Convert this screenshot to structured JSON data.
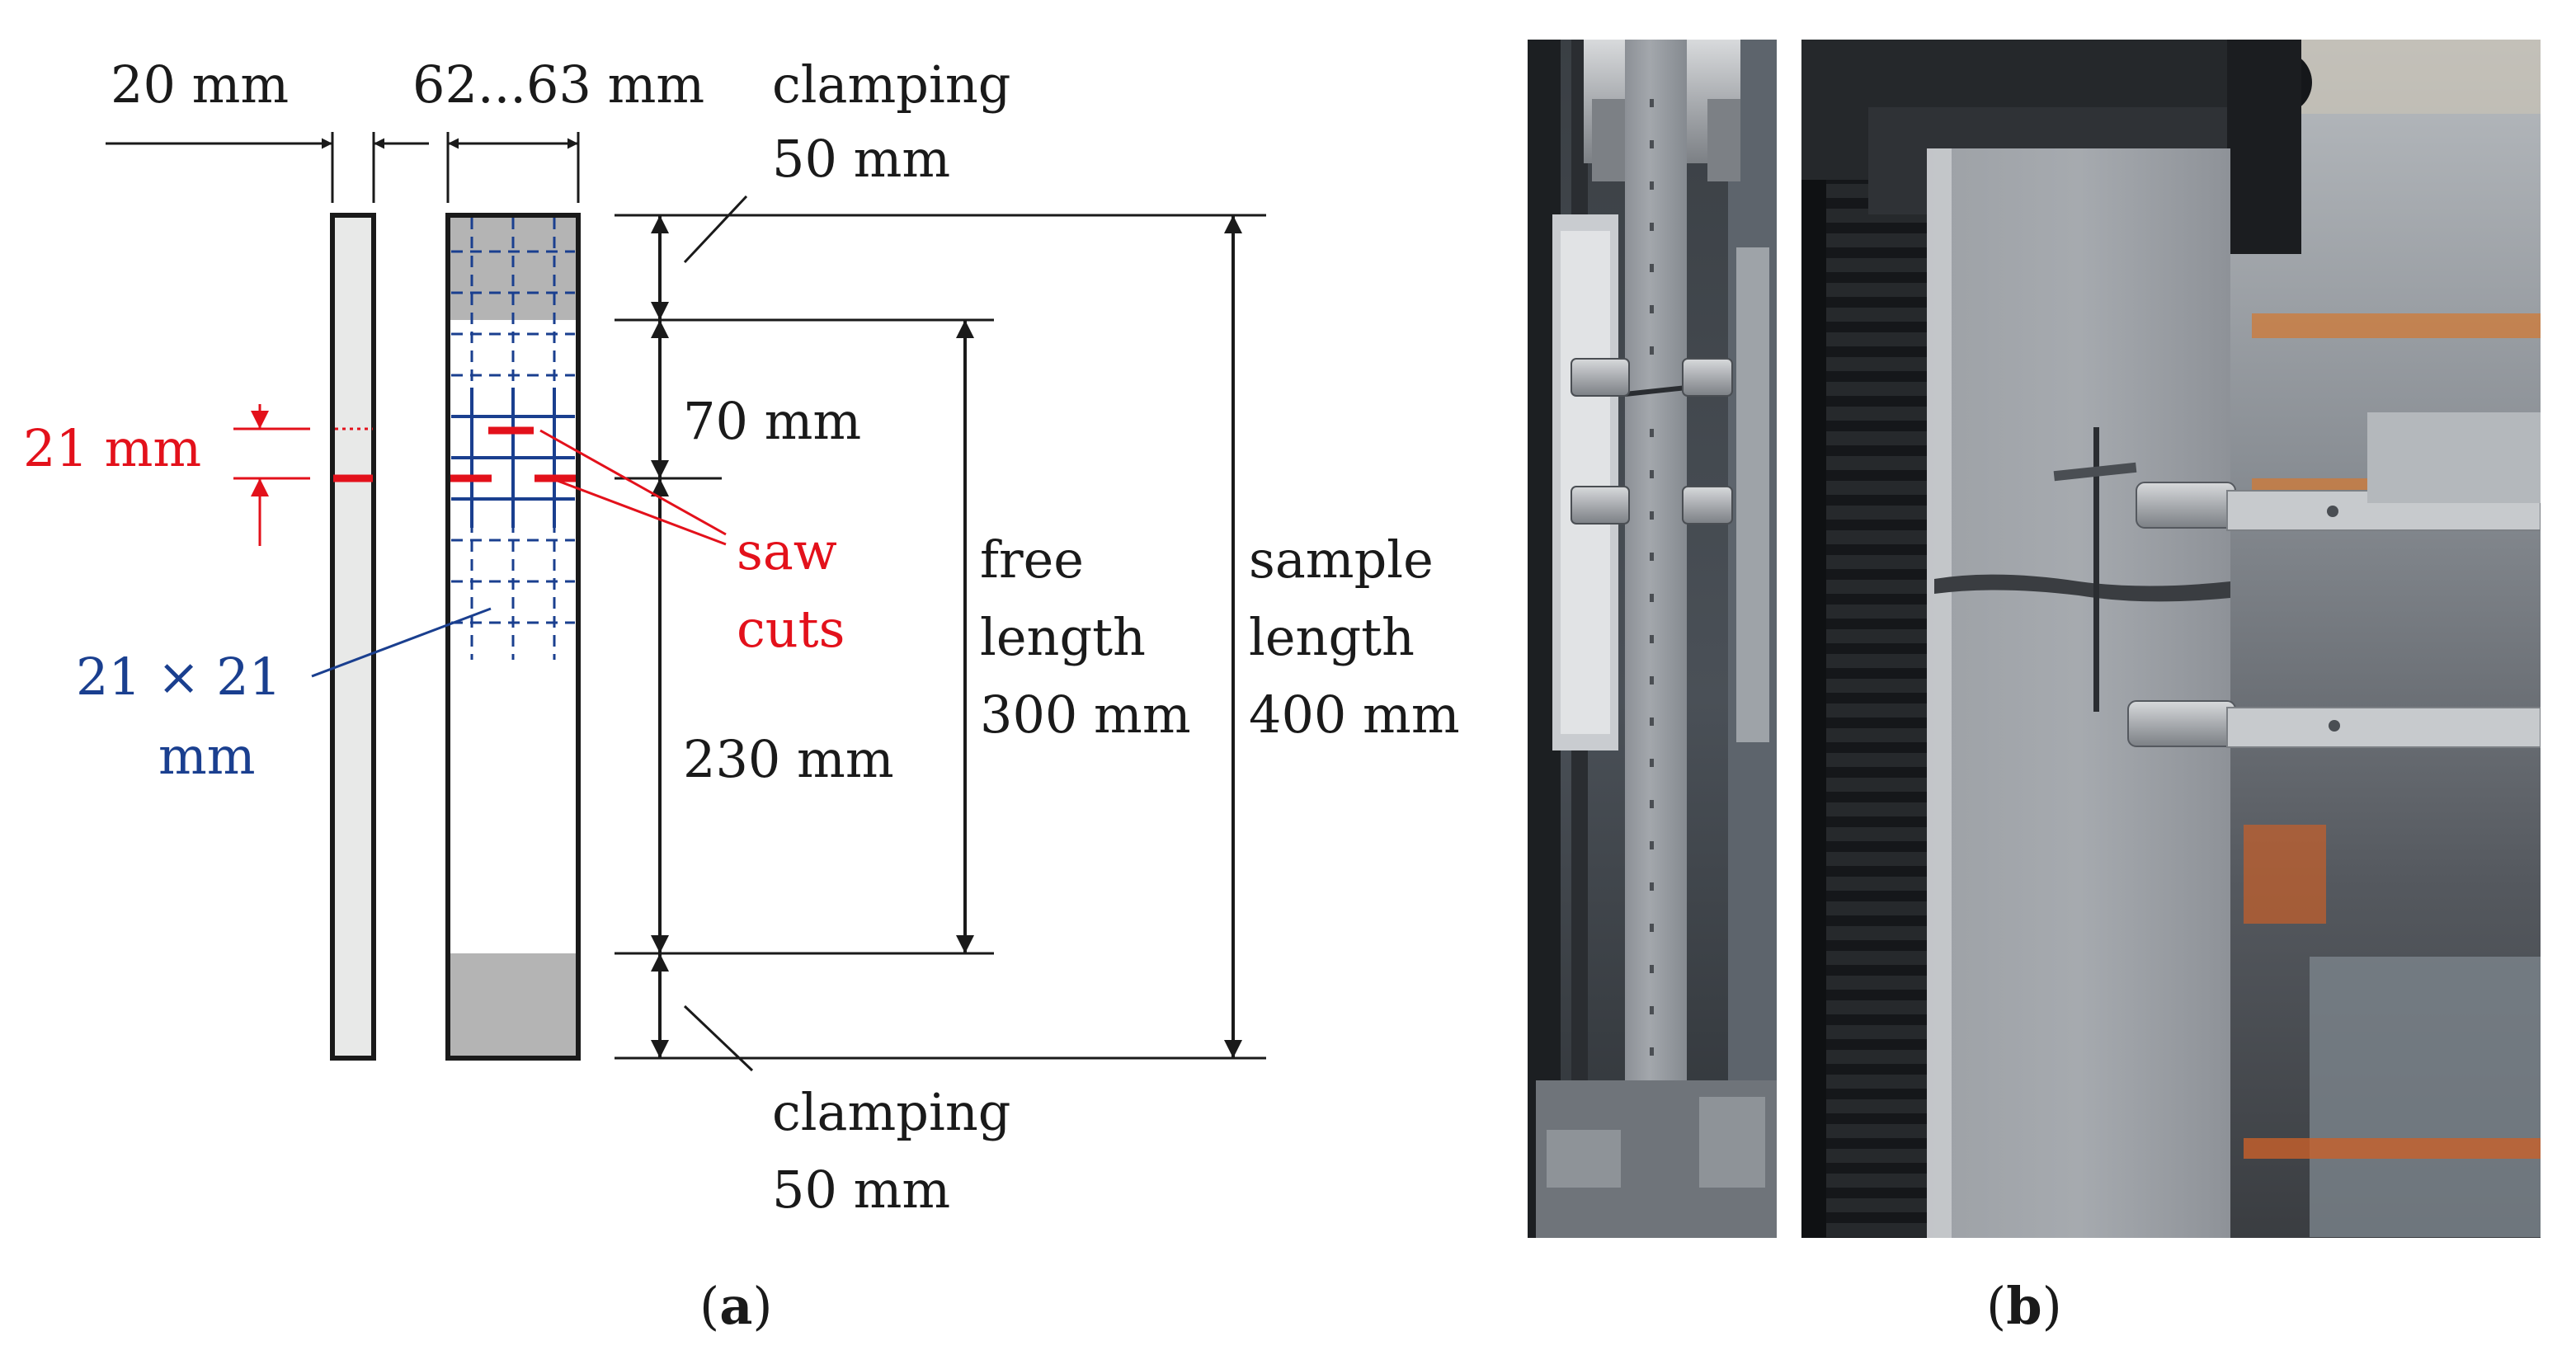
{
  "panel_a": {
    "dims": {
      "thickness": "20 mm",
      "width": "62...63 mm",
      "notch_spacing": "21 mm",
      "clamp_top_1": "clamping",
      "clamp_top_2": "50 mm",
      "upper_segment": "70 mm",
      "lower_segment": "230 mm",
      "clamp_bottom_1": "clamping",
      "clamp_bottom_2": "50 mm"
    },
    "labels": {
      "saw_1": "saw",
      "saw_2": "cuts",
      "grid_1": "21 × 21",
      "grid_2": "mm",
      "free_1": "free",
      "free_2": "length",
      "free_3": "300 mm",
      "sample_1": "sample",
      "sample_2": "length",
      "sample_3": "400 mm"
    },
    "caption": {
      "open": "(",
      "letter": "a",
      "close": ")"
    }
  },
  "panel_b": {
    "caption": {
      "open": "(",
      "letter": "b",
      "close": ")"
    }
  },
  "colors": {
    "black": "#1a1a1a",
    "red": "#e3111b",
    "blue": "#1a3f8f",
    "specimen_fill": "#e8e9e8",
    "clamp_fill": "#b4b4b4"
  }
}
